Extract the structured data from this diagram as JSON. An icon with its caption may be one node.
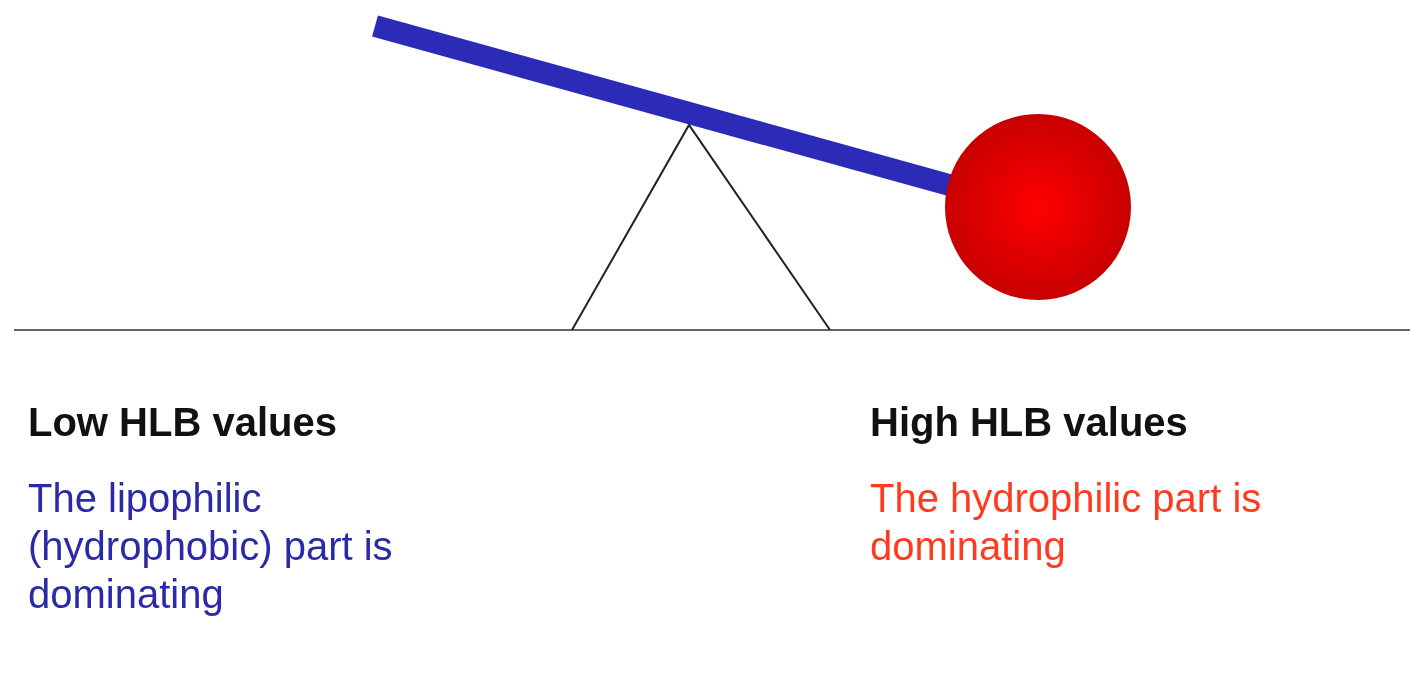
{
  "diagram": {
    "labels": [
      "Low HLB values",
      "The lipophilic (hydrophobic) part is dominating",
      "High HLB values",
      "The hydrophilic part is dominating"
    ]
  }
}
